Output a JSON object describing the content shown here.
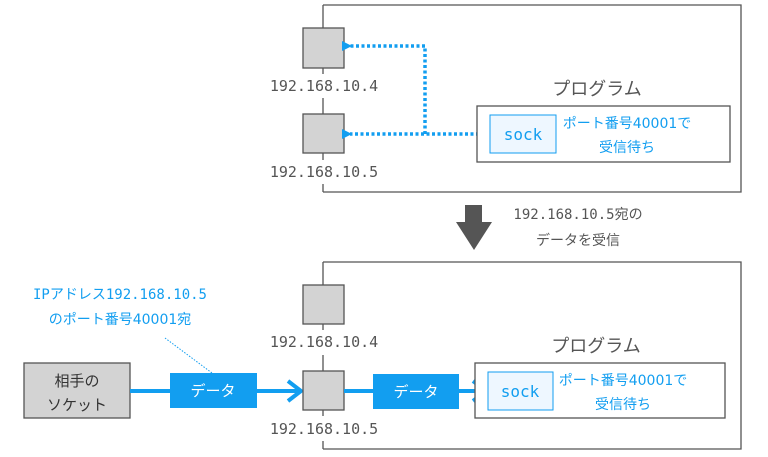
{
  "colors": {
    "accent": "#129ef0",
    "nic_fill": "#d3d3d3",
    "sock_fill": "#eef7ff",
    "outline": "#555555",
    "big_arrow": "#555555"
  },
  "top_panel": {
    "nics": [
      {
        "ip": "192.168.10.4"
      },
      {
        "ip": "192.168.10.5"
      }
    ],
    "program_label": "プログラム",
    "socket_label": "sock",
    "listen_text_line1": "ポート番号40001で",
    "listen_text_line2": "受信待ち",
    "connection_style": "dotted arrows to both interfaces"
  },
  "transition": {
    "icon": "down-arrow-icon",
    "caption_line1": "192.168.10.5宛の",
    "caption_line2": "データを受信"
  },
  "bottom_panel": {
    "annotation_line1": "IPアドレス192.168.10.5",
    "annotation_line2": "のポート番号40001宛",
    "peer_socket_line1": "相手の",
    "peer_socket_line2": "ソケット",
    "packet_label_1": "データ",
    "packet_label_2": "データ",
    "nics": [
      {
        "ip": "192.168.10.4"
      },
      {
        "ip": "192.168.10.5"
      }
    ],
    "program_label": "プログラム",
    "socket_label": "sock",
    "listen_text_line1": "ポート番号40001で",
    "listen_text_line2": "受信待ち"
  }
}
